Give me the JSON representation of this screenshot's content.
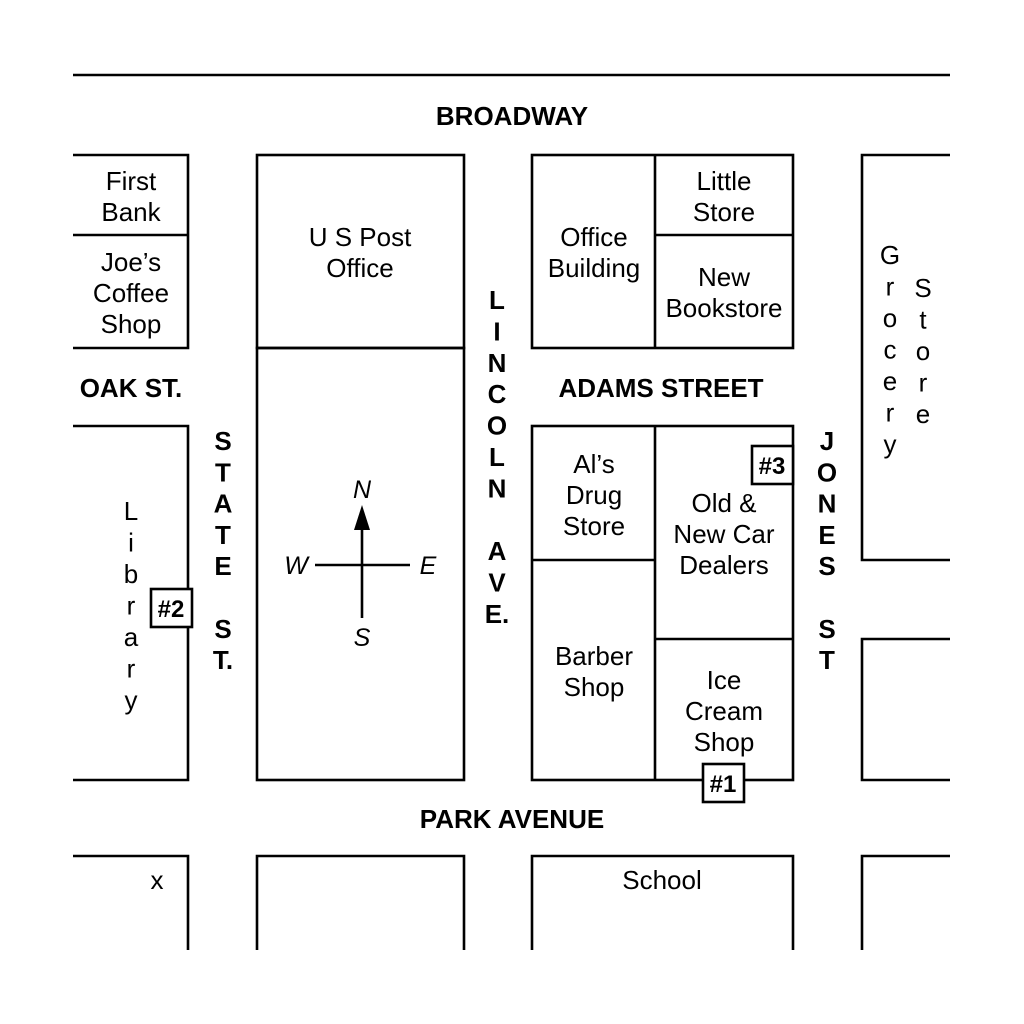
{
  "streets": {
    "broadway": "BROADWAY",
    "oak": "OAK ST.",
    "adams": "ADAMS STREET",
    "park": "PARK AVENUE",
    "state": [
      "S",
      "T",
      "A",
      "T",
      "E",
      "",
      "S",
      "T."
    ],
    "lincoln": [
      "L",
      "I",
      "N",
      "C",
      "O",
      "L",
      "N",
      "",
      "A",
      "V",
      "E."
    ],
    "jones": [
      "J",
      "O",
      "N",
      "E",
      "S",
      "",
      "S",
      "T"
    ]
  },
  "places": {
    "first_bank": [
      "First",
      "Bank"
    ],
    "joes_coffee": [
      "Joe’s",
      "Coffee",
      "Shop"
    ],
    "post_office": [
      "U S Post",
      "Office"
    ],
    "office_building": [
      "Office",
      "Building"
    ],
    "little_store": [
      "Little",
      "Store"
    ],
    "new_bookstore": [
      "New",
      "Bookstore"
    ],
    "grocery": [
      "G",
      "r",
      "o",
      "c",
      "e",
      "r",
      "y"
    ],
    "store": [
      "S",
      "t",
      "o",
      "r",
      "e"
    ],
    "library": [
      "L",
      "i",
      "b",
      "r",
      "a",
      "r",
      "y"
    ],
    "als_drug": [
      "Al’s",
      "Drug",
      "Store"
    ],
    "car_dealers": [
      "Old &",
      "New Car",
      "Dealers"
    ],
    "barber": [
      "Barber",
      "Shop"
    ],
    "ice_cream": [
      "Ice",
      "Cream",
      "Shop"
    ],
    "school": "School",
    "x_mark": "x"
  },
  "markers": {
    "m1": "#1",
    "m2": "#2",
    "m3": "#3"
  },
  "compass": {
    "n": "N",
    "s": "S",
    "e": "E",
    "w": "W"
  }
}
